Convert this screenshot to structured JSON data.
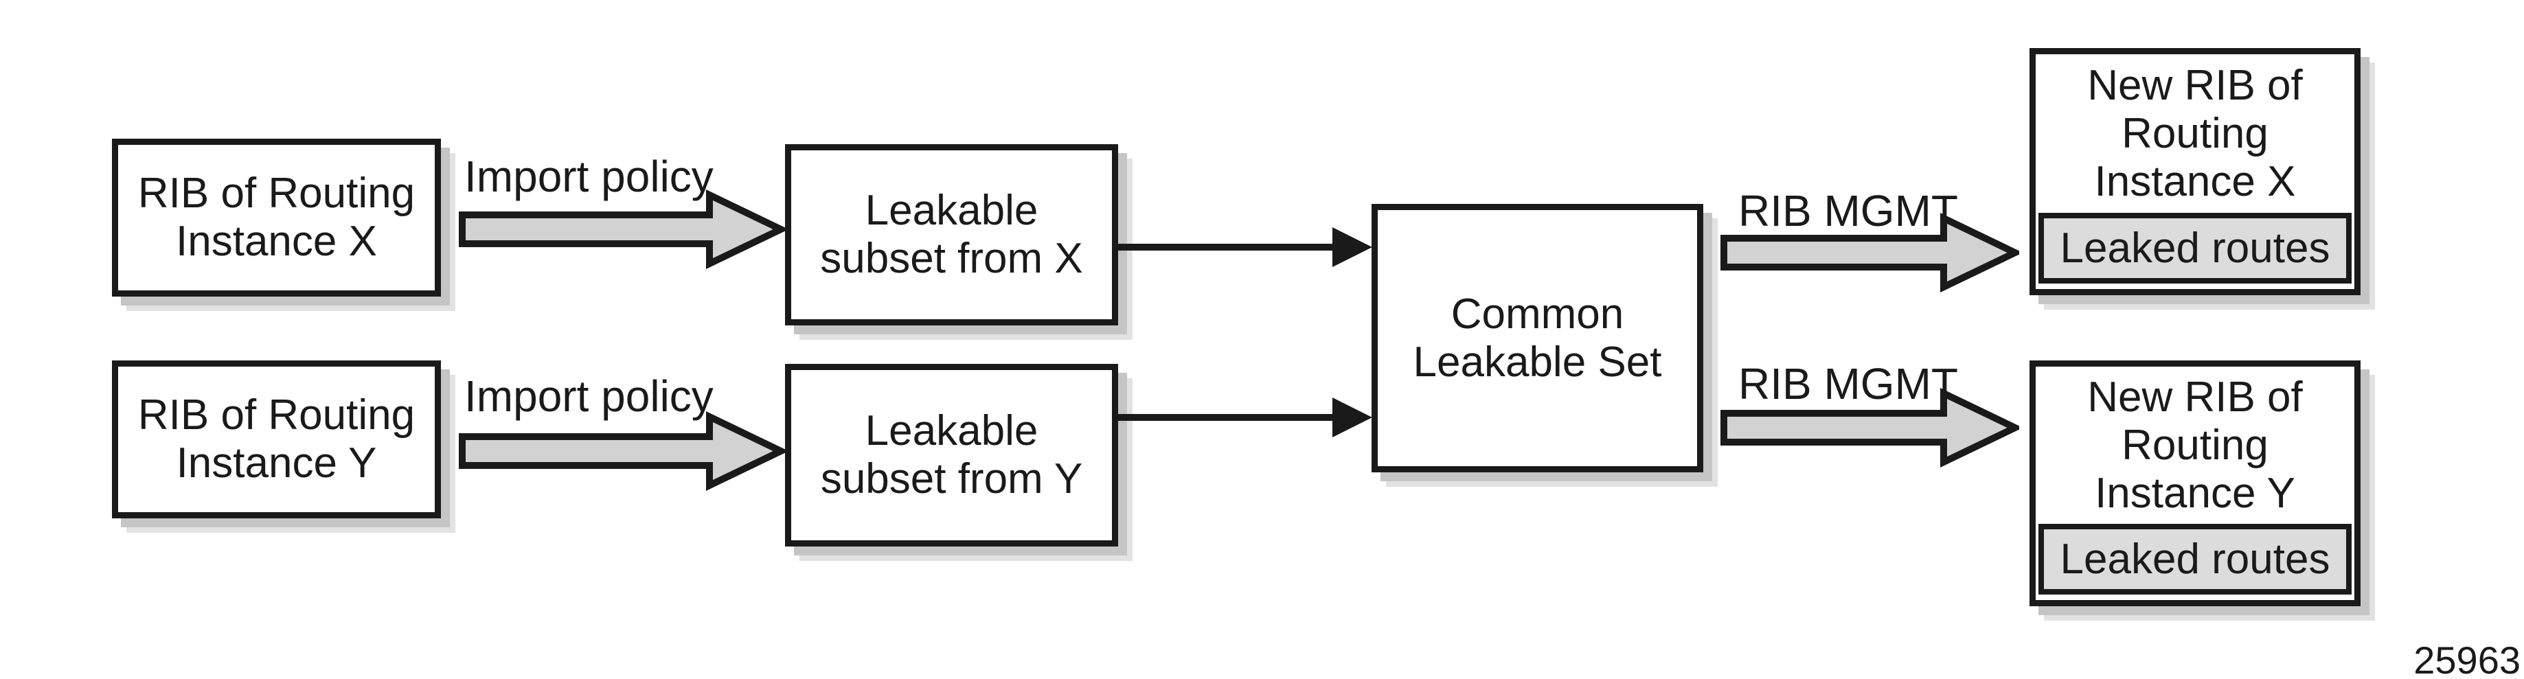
{
  "colors": {
    "line": "#1a1a1a",
    "box_fill": "#ffffff",
    "arrow_fill": "#d2d2d2",
    "leaked_fill": "#dcdcdc",
    "shadow_dark": "#c5c5c5",
    "shadow_light": "#e2e2e2",
    "background": "#ffffff"
  },
  "boxes": {
    "rib_x": {
      "line1": "RIB of Routing",
      "line2": "Instance X"
    },
    "rib_y": {
      "line1": "RIB of Routing",
      "line2": "Instance Y"
    },
    "leak_x": {
      "line1": "Leakable",
      "line2": "subset from X"
    },
    "leak_y": {
      "line1": "Leakable",
      "line2": "subset from Y"
    },
    "common": {
      "line1": "Common",
      "line2": "Leakable Set"
    },
    "new_rib_x": {
      "line1": "New RIB of",
      "line2": "Routing",
      "line3": "Instance X",
      "inner_label": "Leaked routes"
    },
    "new_rib_y": {
      "line1": "New RIB of",
      "line2": "Routing",
      "line3": "Instance Y",
      "inner_label": "Leaked routes"
    }
  },
  "arrow_labels": {
    "import_x": "Import policy",
    "import_y": "Import policy",
    "rib_mgmt_top": "RIB MGMT",
    "rib_mgmt_bottom": "RIB MGMT"
  },
  "figure_number": "25963"
}
